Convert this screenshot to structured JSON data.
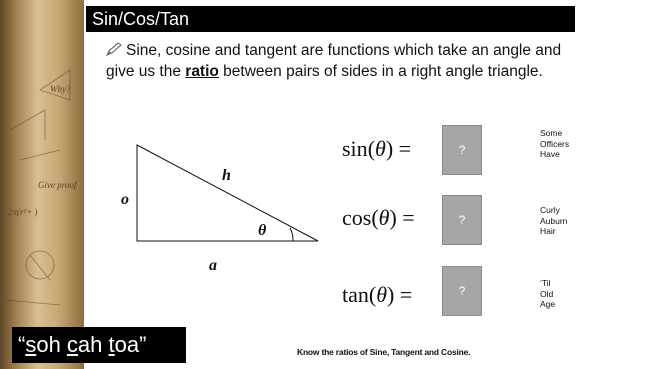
{
  "title": "Sin/Cos/Tan",
  "intro": {
    "icon": "pencil-icon",
    "text_before": "Sine, cosine and tangent are functions which take an angle and give us the ",
    "keyword": "ratio",
    "text_after": " between pairs of sides in a right angle triangle."
  },
  "triangle": {
    "opposite": "o",
    "hypotenuse": "h",
    "adjacent": "a",
    "angle": "θ"
  },
  "equations": [
    {
      "fn": "sin",
      "arg": "θ",
      "answer": "?",
      "mnemonic": [
        "Some",
        "Officers",
        "Have"
      ]
    },
    {
      "fn": "cos",
      "arg": "θ",
      "answer": "?",
      "mnemonic": [
        "Curly",
        "Auburn",
        "Hair"
      ]
    },
    {
      "fn": "tan",
      "arg": "θ",
      "answer": "?",
      "mnemonic": [
        "‘Til",
        "Old",
        "Age"
      ]
    }
  ],
  "banner": {
    "open_quote": "“",
    "s1": "s",
    "r1": "oh ",
    "s2": "c",
    "r2": "ah ",
    "s3": "t",
    "r3": "oa",
    "close_quote": "”"
  },
  "footer": "Know the ratios of Sine, Tangent and Cosine.",
  "parchment_text": [
    "Why?",
    "Give proof",
    "2π(r²+ )"
  ]
}
